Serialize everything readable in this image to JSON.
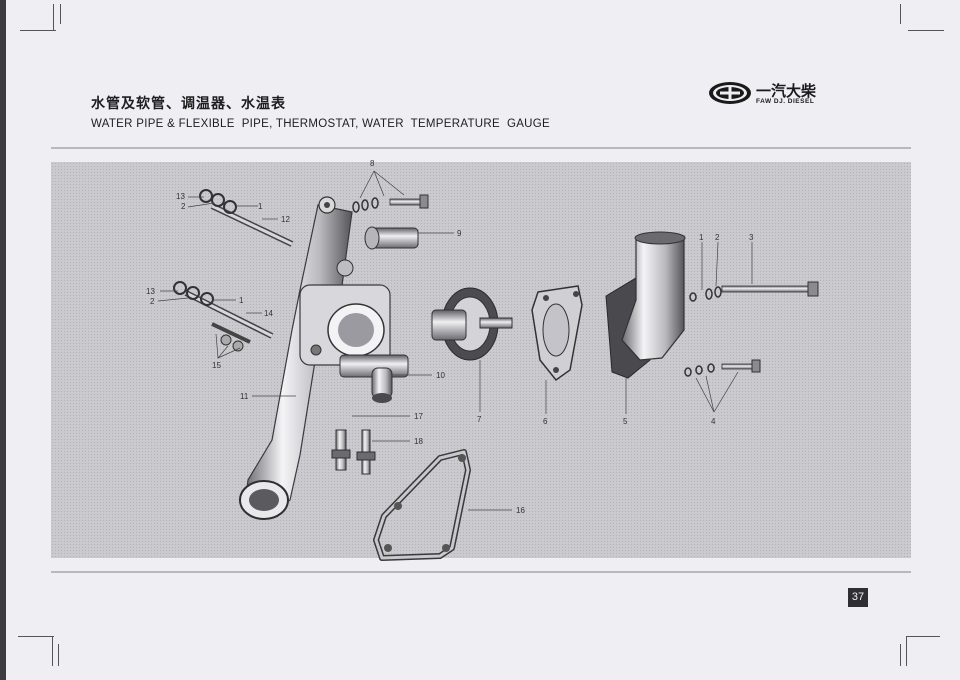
{
  "header": {
    "title_cn": "水管及软管、调温器、水温表",
    "title_en": "WATER PIPE & FLEXIBLE  PIPE, THERMOSTAT, WATER  TEMPERATURE  GAUGE"
  },
  "logo": {
    "name_cn": "一汽大柴",
    "name_en": "FAW DJ. DIESEL"
  },
  "callouts": {
    "c1a": "1",
    "c1b": "1",
    "c1c": "1",
    "c2a": "2",
    "c2b": "2",
    "c2c": "2",
    "c3": "3",
    "c4": "4",
    "c5": "5",
    "c6": "6",
    "c7": "7",
    "c8": "8",
    "c9": "9",
    "c10": "10",
    "c11": "11",
    "c12": "12",
    "c13a": "13",
    "c13b": "13",
    "c14": "14",
    "c15": "15",
    "c16": "16",
    "c17": "17",
    "c18": "18"
  },
  "page": {
    "number": "37"
  },
  "colors": {
    "panel": "#cbcacf",
    "page": "#efeef3",
    "part_dark": "#4a4a4e"
  }
}
